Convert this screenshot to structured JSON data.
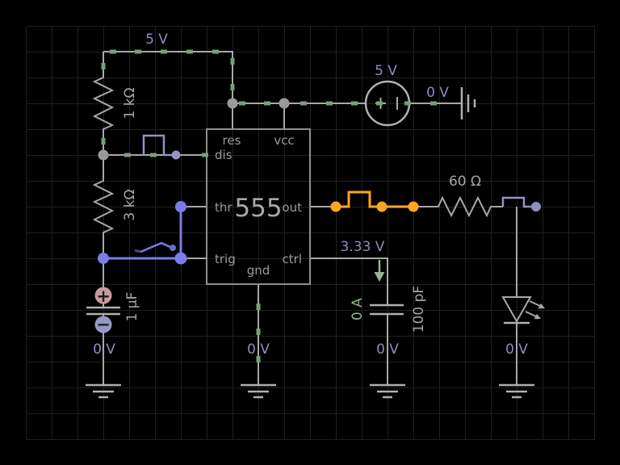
{
  "app": {
    "view": "circuit-schematic-canvas"
  },
  "colors": {
    "background": "#000000",
    "grid_line": "#202020",
    "wire": "#a8a8a8",
    "node_label": "#8d8dbd",
    "value_label": "#a6a6a6",
    "current_marker": "#7e9b7e",
    "out_probe": "#ffa51e",
    "trig_probe": "#7b7bea",
    "dis_probe": "#9494c4",
    "cap_plus_badge": "#c99b9b",
    "cap_minus_badge": "#9898c6"
  },
  "chip555": {
    "part": "555",
    "res": "res",
    "vcc": "vcc",
    "dis": "dis",
    "thr": "thr",
    "out": "out",
    "trig": "trig",
    "ctrl": "ctrl",
    "gnd": "gnd"
  },
  "components": {
    "r1": "1 kΩ",
    "r2": "3 kΩ",
    "r3": "60 Ω",
    "c1": "1 µF",
    "c2": "100 pF"
  },
  "readings": {
    "rail_voltage": "5 V",
    "source_voltage": "5 V",
    "source_neg_node": "0 V",
    "ctrl_node_voltage": "3.33 V",
    "ctrl_branch_current": "0 A",
    "c1_node_voltage": "0 V",
    "gnd_node_voltage": "0 V",
    "c2_node_voltage": "0 V",
    "led_node_voltage": "0 V"
  },
  "markers": {
    "cap_plus": "+",
    "cap_minus": "−"
  }
}
